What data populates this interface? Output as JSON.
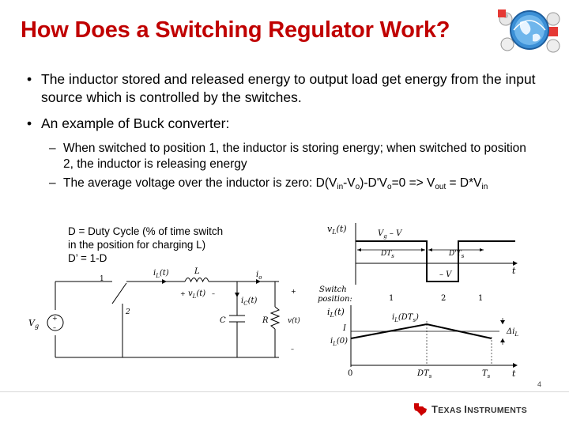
{
  "slide": {
    "title": "How Does a Switching Regulator Work?",
    "page_number": "4"
  },
  "bullets": {
    "b1": "The inductor stored and released energy to output load get energy from the input source which is controlled by the switches.",
    "b2": "An example of Buck converter:",
    "b2_sub1": "When switched to position 1, the inductor is storing energy; when switched to position 2, the inductor is releasing energy",
    "b2_sub2_pre": "The average voltage over the inductor is zero: D(V",
    "b2_sub2_in1": "in",
    "b2_sub2_mid": "-V",
    "b2_sub2_o1": "o",
    "b2_sub2_mid2": ")-D'V",
    "b2_sub2_o2": "o",
    "b2_sub2_mid3": "=0 => V",
    "b2_sub2_out": "out",
    "b2_sub2_mid4": " = D*V",
    "b2_sub2_in2": "in"
  },
  "note": {
    "line1": "D = Duty Cycle (% of time switch",
    "line2": "in the position for charging L)",
    "line3": "D’ = 1-D"
  },
  "circuit": {
    "switch_pos1": "1",
    "switch_pos2": "2",
    "vg": "V",
    "vg_sub": "g",
    "il": "i",
    "il_sub": "L",
    "il_t": "(t)",
    "l_label": "L",
    "vl": "v",
    "vl_sub": "L",
    "vl_t": "(t)",
    "plus": "+",
    "minus": "–",
    "ic": "i",
    "ic_sub": "C",
    "ic_t": "(t)",
    "c_label": "C",
    "r_label": "R",
    "vout": "v(t)",
    "io": "i",
    "io_sub": "o"
  },
  "waves": {
    "vl_axis": "v",
    "vl_axis_sub": "L",
    "vl_axis_t": "(t)",
    "vg_minus_v": "V",
    "vg_minus_v_sub": "g",
    "vg_minus_v_rest": " – V",
    "dts": "DT",
    "dts_sub": "s",
    "dpts": "D'T",
    "dpts_sub": "s",
    "minus_v": "– V",
    "t_label": "t",
    "switch_pos_label1": "Switch",
    "switch_pos_label2": "position:",
    "pos1": "1",
    "pos2": "2",
    "pos3": "1",
    "il_axis": "i",
    "il_axis_sub": "L",
    "il_axis_t": "(t)",
    "il_dts": "i",
    "il_dts_sub": "L",
    "il_dts_t": "(DT",
    "il_dts_t_sub": "s",
    "il_dts_close": ")",
    "i_label": "I",
    "il0": "i",
    "il0_sub": "L",
    "il0_t": "(0)",
    "delta_il": "Δi",
    "delta_il_sub": "L",
    "zero": "0",
    "dts_axis": "DT",
    "dts_axis_sub": "s",
    "ts_axis": "T",
    "ts_axis_sub": "s",
    "t_label2": "t"
  },
  "footer": {
    "brand_big1": "T",
    "brand_small1": "EXAS ",
    "brand_big2": "I",
    "brand_small2": "NSTRUMENTS"
  },
  "colors": {
    "title": "#c00000",
    "ti_red": "#cc0000"
  }
}
